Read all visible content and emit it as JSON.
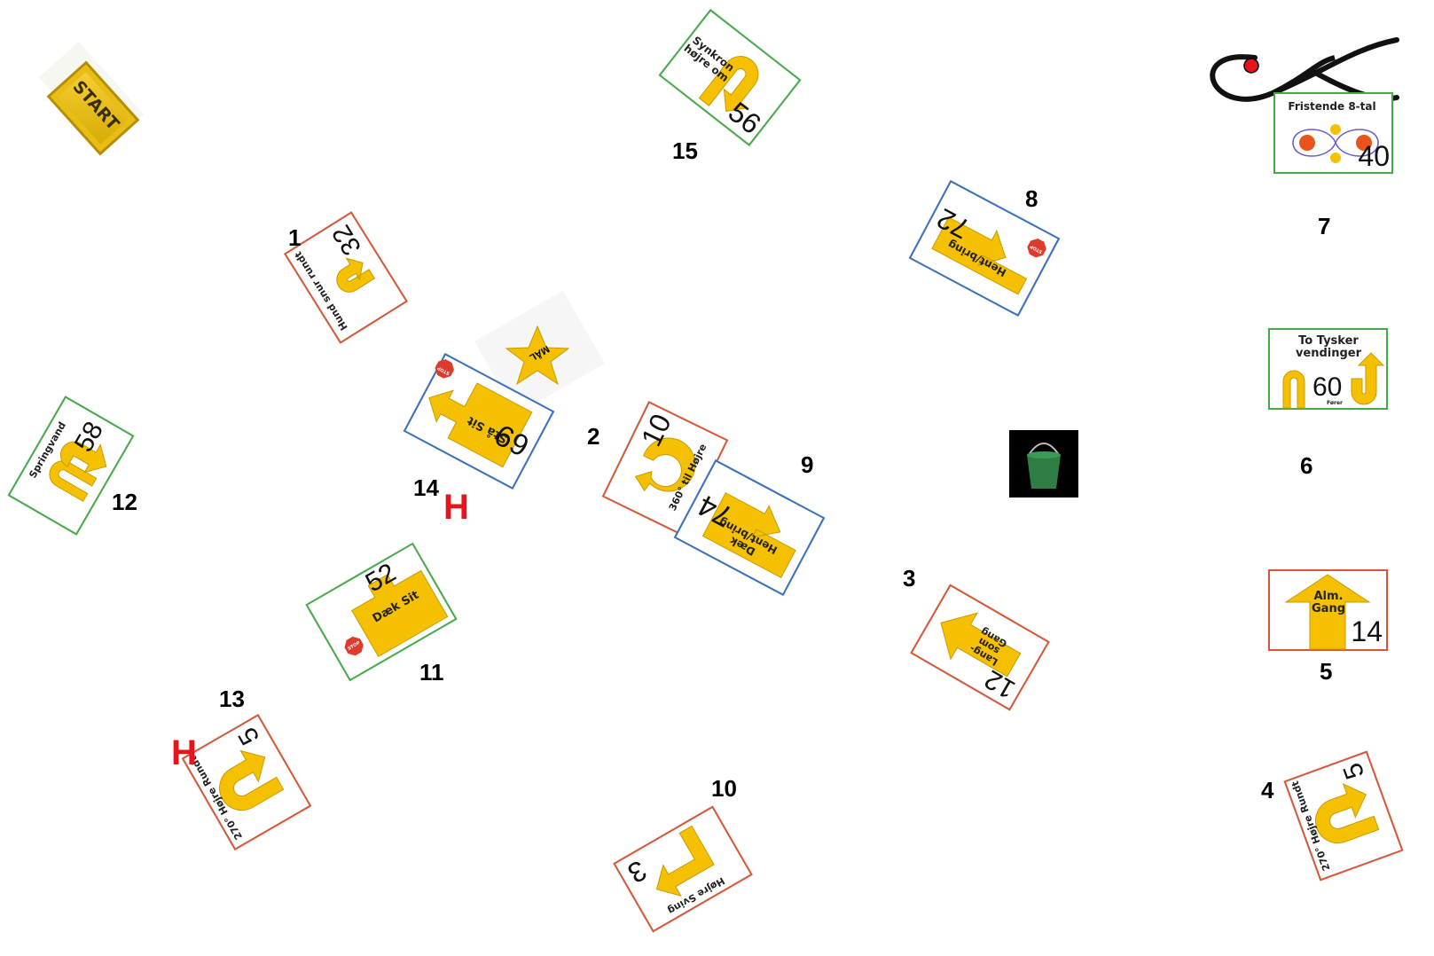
{
  "course": {
    "start_sign": "START",
    "goal_sign": "MÅL",
    "station_numbers": [
      "1",
      "2",
      "3",
      "4",
      "5",
      "6",
      "7",
      "8",
      "9",
      "10",
      "11",
      "12",
      "13",
      "14",
      "15"
    ],
    "handler_marker": "H",
    "colors": {
      "arrow_yellow": "#f4c000",
      "arrow_outline": "#c99a00",
      "border_red": "#d2583a",
      "border_green": "#49a94a",
      "border_blue": "#3a70b8",
      "stop_red": "#e03a2c",
      "marker_red": "#e8141b",
      "bucket_green": "#2e7d45"
    }
  },
  "cards": [
    {
      "id": "c1",
      "title": "Hund snur rundt",
      "number": "32"
    },
    {
      "id": "c2",
      "title": "360° til Højre",
      "number": "10"
    },
    {
      "id": "c3",
      "title": "Lang-som Gang",
      "number": "12"
    },
    {
      "id": "c4",
      "title": "270° Højre Rundt",
      "number": "5"
    },
    {
      "id": "c5",
      "title": "Alm. Gang",
      "number": "14"
    },
    {
      "id": "c6",
      "title": "To Tysker vendinger",
      "number": "60",
      "sub": "Fører"
    },
    {
      "id": "c7",
      "title": "Fristende 8-tal",
      "number": "40"
    },
    {
      "id": "c8",
      "title": "Hent/bring",
      "number": "72",
      "stop": "STOP"
    },
    {
      "id": "c9",
      "title": "Dæk Hent/bring",
      "number": "74"
    },
    {
      "id": "c10",
      "title": "Højre Sving",
      "number": "3"
    },
    {
      "id": "c11",
      "title": "Dæk Sit",
      "number": "52",
      "stop": "STOP"
    },
    {
      "id": "c12",
      "title": "Springvand",
      "number": "58"
    },
    {
      "id": "c13",
      "title": "270° Højre Rundt",
      "number": "5"
    },
    {
      "id": "c14",
      "title": "Stå Sit",
      "number": "69",
      "stop": "STOP"
    },
    {
      "id": "c15",
      "title": "Synkron højre om",
      "number": "56"
    }
  ]
}
